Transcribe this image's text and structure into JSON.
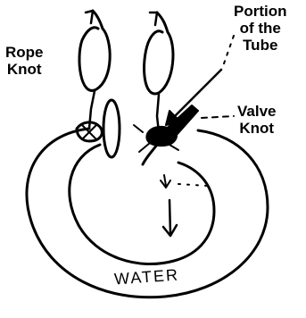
{
  "labels": {
    "rope_knot": [
      "Rope",
      "Knot"
    ],
    "portion_of_tube": [
      "Portion",
      "of the",
      "Tube"
    ],
    "valve_knot": [
      "Valve",
      "Knot"
    ],
    "water": "WATER"
  },
  "colors": {
    "ink": "#000000",
    "background": "#ffffff"
  }
}
